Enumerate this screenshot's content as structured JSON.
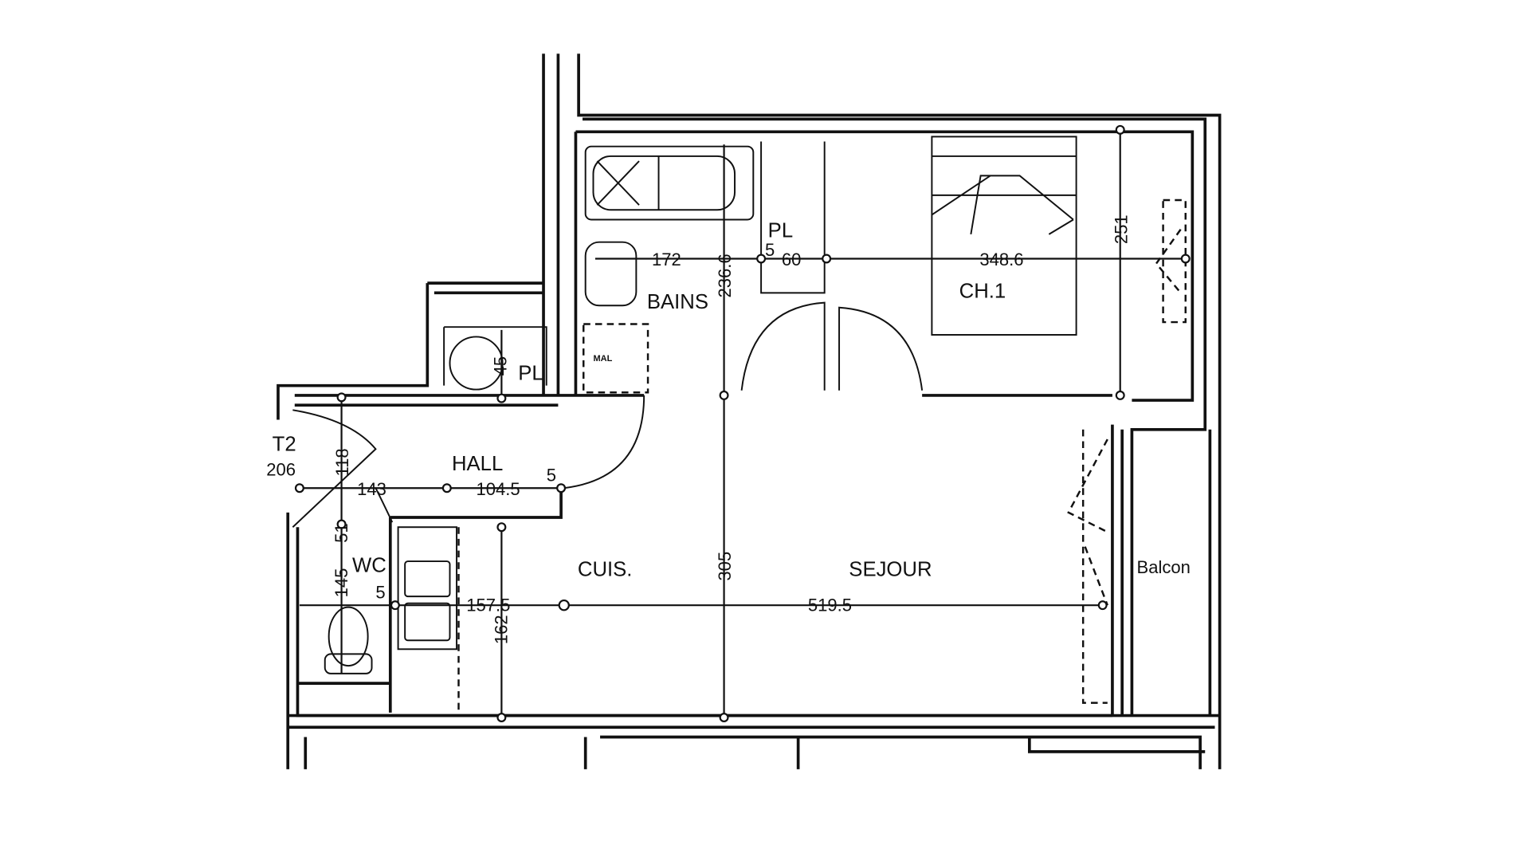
{
  "plan": {
    "type_label": "T2",
    "rooms": {
      "bains": "BAINS",
      "placard_1": "PL",
      "placard_2": "PL",
      "chambre": "CH.1",
      "hall": "HALL",
      "wc": "WC",
      "cuisine": "CUIS.",
      "sejour": "SEJOUR",
      "balcon": "Balcon",
      "machine": "MAL"
    },
    "dimensions": {
      "entry_door": "206",
      "hall_v": "118",
      "hall_w": "143",
      "hall_l": "104.5",
      "hall_door": "5",
      "wc_h": "145",
      "wc_v": "51",
      "wc_w": "5",
      "kitchen_w": "157.5",
      "kitchen_h": "162",
      "sejour_h": "305",
      "sejour_w": "519.5",
      "bains_w": "172",
      "bains_h": "236.6",
      "pl_h": "5",
      "pl_w": "60",
      "ch_w": "348.6",
      "ch_h": "251",
      "pl2_h": "45"
    }
  }
}
